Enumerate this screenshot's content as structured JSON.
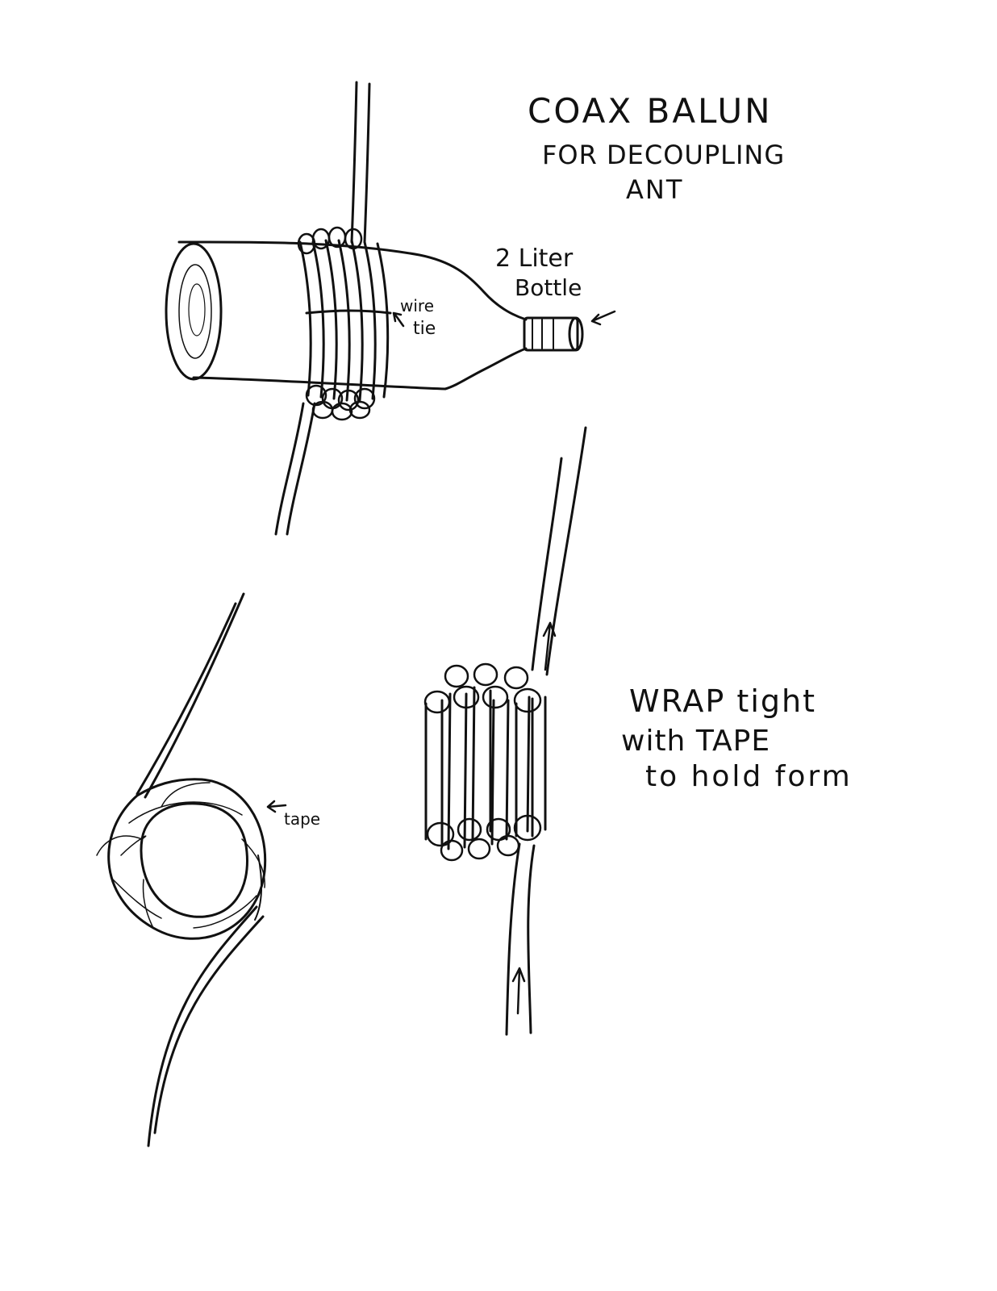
{
  "title": {
    "line1": "COAX BALUN",
    "line2": "FOR DECOUPLING",
    "line3": "ANT"
  },
  "labels": {
    "bottle": "2 Liter",
    "bottle2": "Bottle",
    "wire_tie_1": "wire",
    "wire_tie_2": "tie",
    "tape": "tape"
  },
  "instructions": {
    "line1": "WRAP tight",
    "line2": "with TAPE",
    "line3": "to hold form"
  }
}
